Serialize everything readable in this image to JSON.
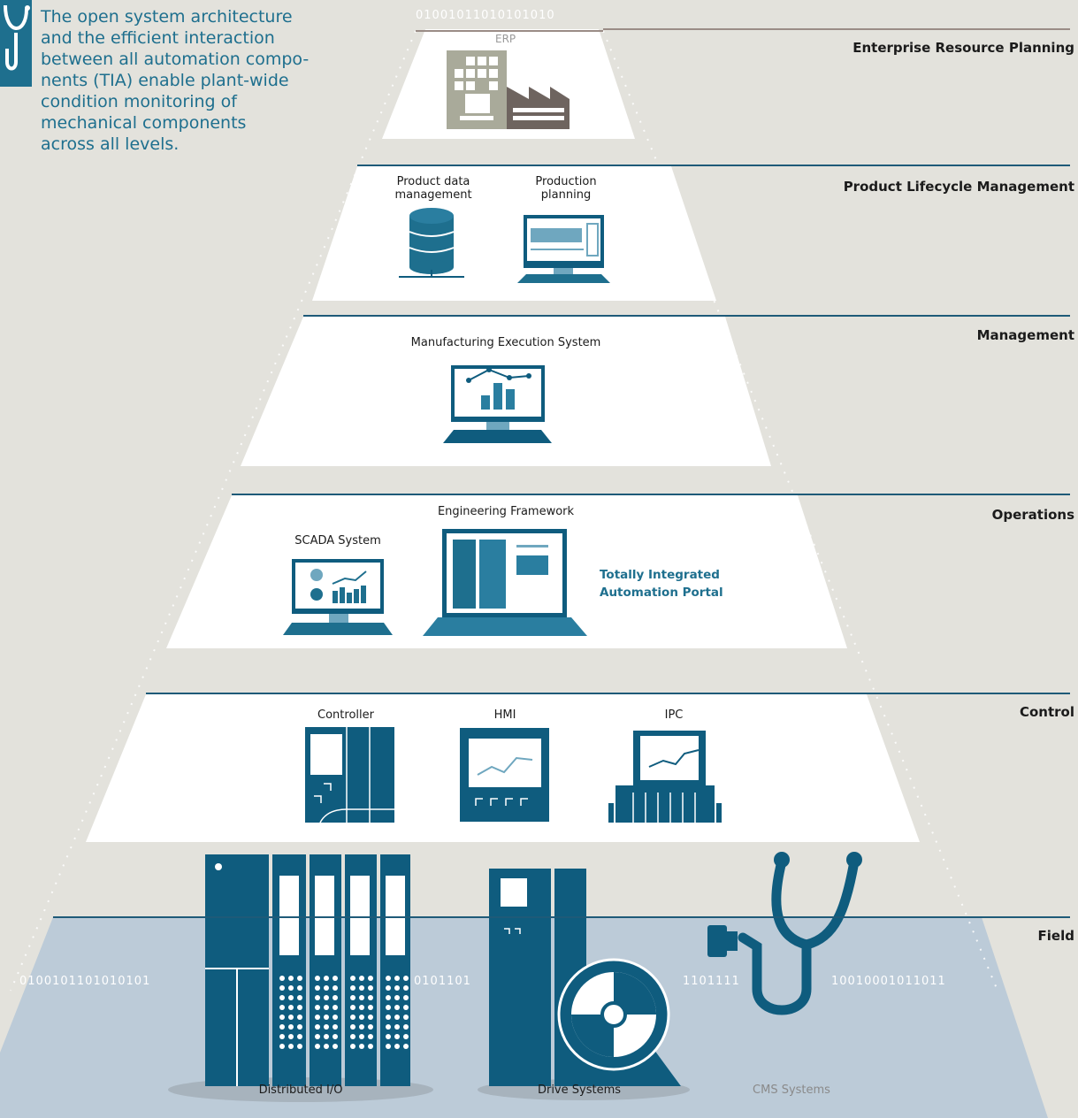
{
  "intro": {
    "lines": [
      "The open system architecture",
      "and the efficient interaction",
      "between all automation compo-",
      "nents (TIA) enable plant-wide",
      "condition monitoring of",
      "mechanical components",
      "across all levels."
    ],
    "icon": "stethoscope-icon"
  },
  "levels": [
    "Enterprise Resource Planning",
    "Product Lifecycle Management",
    "Management",
    "Operations",
    "Control",
    "Field"
  ],
  "erp": {
    "title": "ERP",
    "binary": "01001011010101010"
  },
  "plm": {
    "pdm": [
      "Product data",
      "management"
    ],
    "planning": [
      "Production",
      "planning"
    ]
  },
  "mes": {
    "title": "Manufacturing Execution System"
  },
  "operations": {
    "engineering": "Engineering Framework",
    "scada": "SCADA System",
    "tia": [
      "Totally Integrated",
      "Automation Portal"
    ]
  },
  "control": {
    "controller": "Controller",
    "hmi": "HMI",
    "ipc": "IPC"
  },
  "field": {
    "dio": "Distributed I/O",
    "drive": "Drive Systems",
    "cms": "CMS Systems",
    "binary": [
      "0100101101010101",
      "0101101",
      "1101111",
      "10010001011011"
    ]
  },
  "colors": {
    "background": "#e3e2dc",
    "accent": "#1e6f8e",
    "icon_dark": "#0f5c7e",
    "field_band": "#bccbd8",
    "rule": "#1e5a78",
    "erp_gray": "#6e645f"
  }
}
